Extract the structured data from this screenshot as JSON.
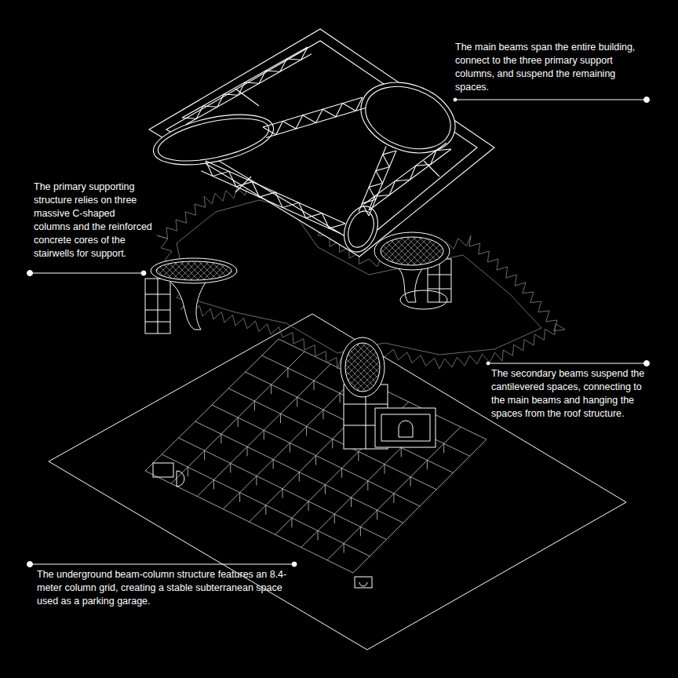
{
  "diagram": {
    "labels": [
      "The main beams span the entire building, connect to the three primary support columns, and suspend the remaining spaces.",
      "The primary supporting structure relies on three massive C-shaped columns and the reinforced concrete cores of the stairwells for support.",
      "The secondary beams suspend the cantilevered spaces, connecting to the main beams and hanging the spaces from the roof structure.",
      "The underground beam-column structure features an 8.4-meter column grid, creating a stable subterranean space used as a parking garage."
    ]
  }
}
